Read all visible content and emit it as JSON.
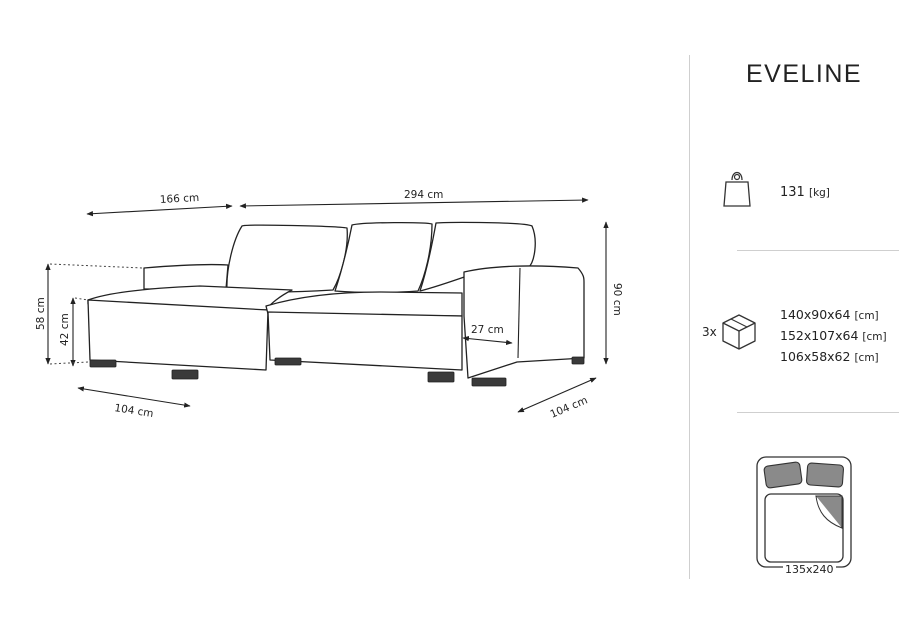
{
  "product": {
    "name": "EVELINE"
  },
  "dimensions": {
    "chaise_width": "166 cm",
    "total_width": "294 cm",
    "total_height": "90 cm",
    "back_height": "58 cm",
    "seat_height": "42 cm",
    "chaise_depth": "104 cm",
    "sofa_depth": "104 cm",
    "armrest_width": "27 cm"
  },
  "weight": {
    "value": "131",
    "unit": "[kg]"
  },
  "packages": {
    "count": "3x",
    "sizes": [
      {
        "value": "140x90x64",
        "unit": "[cm]"
      },
      {
        "value": "152x107x64",
        "unit": "[cm]"
      },
      {
        "value": "106x58x62",
        "unit": "[cm]"
      }
    ]
  },
  "sleeping_area": {
    "size": "135x240"
  },
  "icons": [
    "weight-icon",
    "box-icon",
    "bed-icon"
  ]
}
